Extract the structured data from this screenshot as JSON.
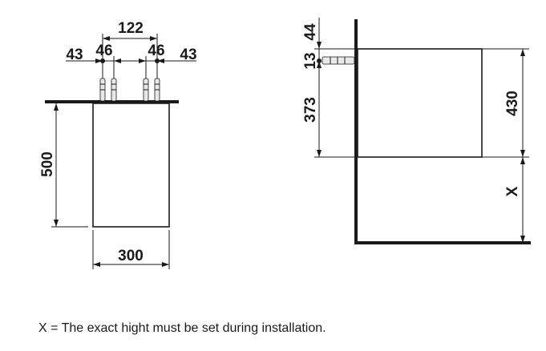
{
  "front_view": {
    "overall_width_top": "122",
    "outer_left": "43",
    "inner_left": "46",
    "inner_right": "46",
    "outer_right": "43",
    "height": "500",
    "width": "300"
  },
  "side_view": {
    "top_offset": "44",
    "pipe_height": "13",
    "to_pipe": "373",
    "cabinet_height": "430",
    "mount_height": "X"
  },
  "footnote": "X = The exact hight must be set during installation."
}
